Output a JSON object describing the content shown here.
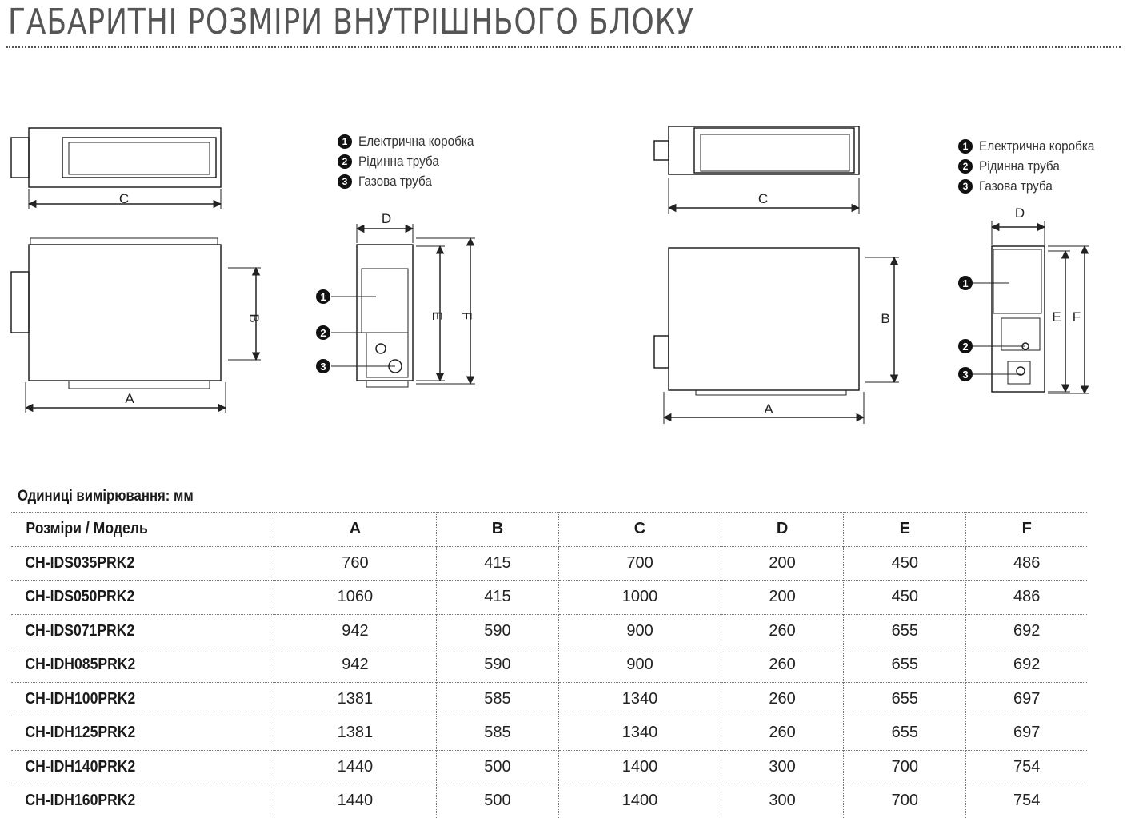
{
  "title": "ГАБАРИТНІ РОЗМІРИ ВНУТРІШНЬОГО БЛОКУ",
  "legend": [
    {
      "num": "1",
      "label": "Електрична коробка"
    },
    {
      "num": "2",
      "label": "Рідинна труба"
    },
    {
      "num": "3",
      "label": "Газова труба"
    }
  ],
  "dimension_letters": {
    "a": "A",
    "b": "B",
    "c": "C",
    "d": "D",
    "e": "E",
    "f": "F"
  },
  "units": "Одиниці вимірювання: мм",
  "table": {
    "header_model": "Розміри / Модель",
    "columns": [
      "A",
      "B",
      "C",
      "D",
      "E",
      "F"
    ],
    "rows": [
      {
        "model": "CH-IDS035PRK2",
        "values": [
          "760",
          "415",
          "700",
          "200",
          "450",
          "486"
        ]
      },
      {
        "model": "CH-IDS050PRK2",
        "values": [
          "1060",
          "415",
          "1000",
          "200",
          "450",
          "486"
        ]
      },
      {
        "model": "CH-IDS071PRK2",
        "values": [
          "942",
          "590",
          "900",
          "260",
          "655",
          "692"
        ]
      },
      {
        "model": "CH-IDH085PRK2",
        "values": [
          "942",
          "590",
          "900",
          "260",
          "655",
          "692"
        ]
      },
      {
        "model": "CH-IDH100PRK2",
        "values": [
          "1381",
          "585",
          "1340",
          "260",
          "655",
          "697"
        ]
      },
      {
        "model": "CH-IDH125PRK2",
        "values": [
          "1381",
          "585",
          "1340",
          "260",
          "655",
          "697"
        ]
      },
      {
        "model": "CH-IDH140PRK2",
        "values": [
          "1440",
          "500",
          "1400",
          "300",
          "700",
          "754"
        ]
      },
      {
        "model": "CH-IDH160PRK2",
        "values": [
          "1440",
          "500",
          "1400",
          "300",
          "700",
          "754"
        ]
      }
    ]
  }
}
